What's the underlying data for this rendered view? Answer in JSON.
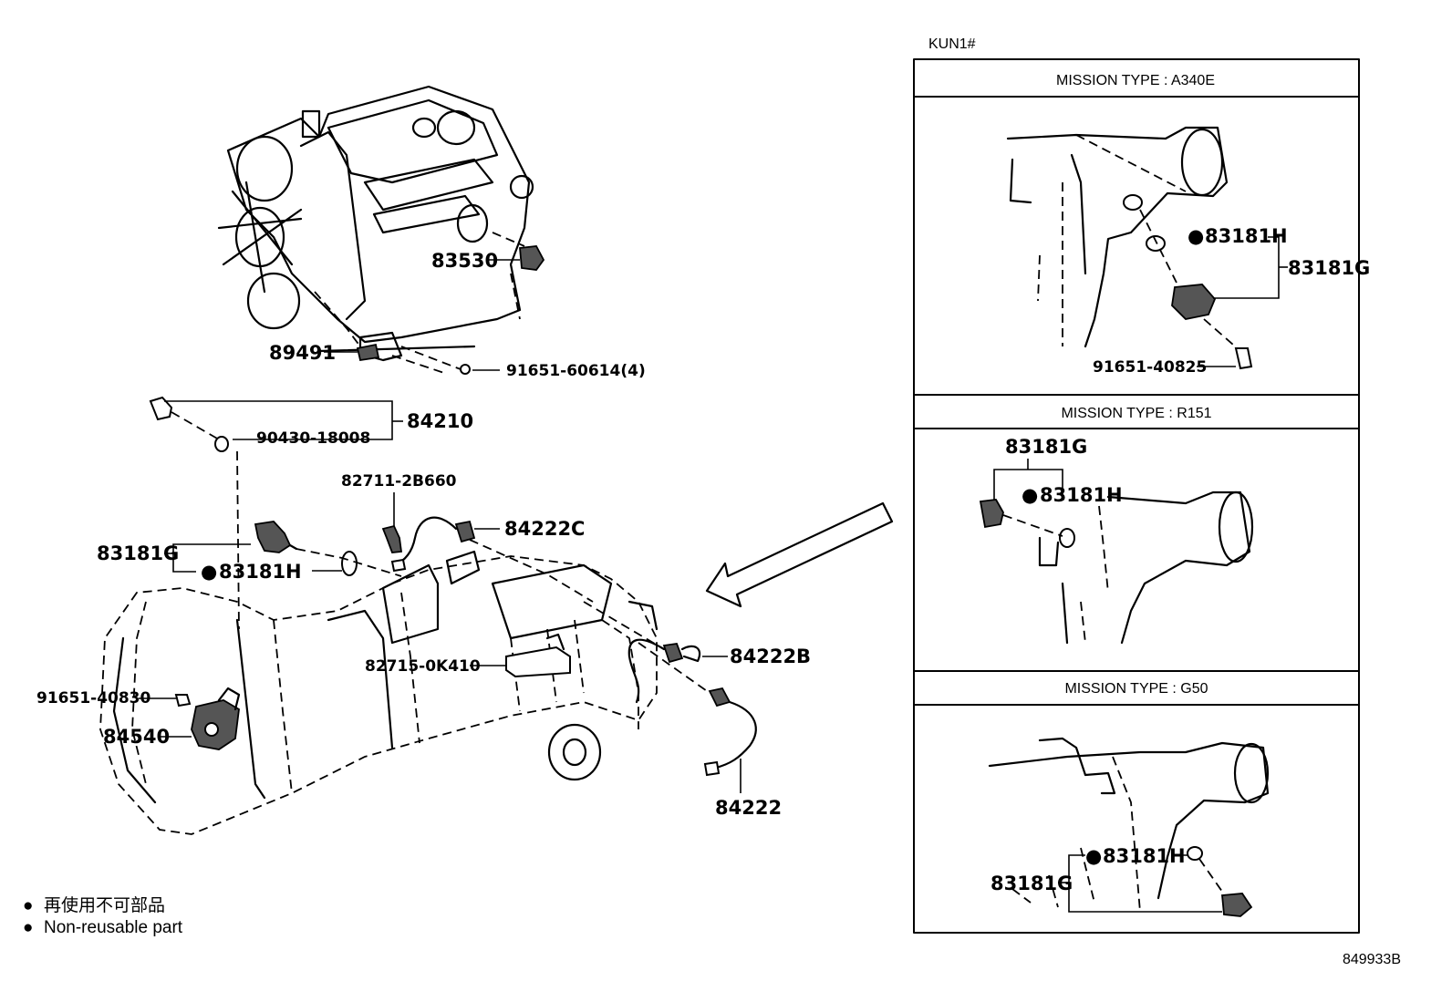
{
  "header": {
    "model": "KUN1#"
  },
  "panels": [
    {
      "id": "a340e",
      "title": "MISSION TYPE : A340E",
      "labels": [
        "83181H",
        "83181G",
        "91651-40825"
      ]
    },
    {
      "id": "r151",
      "title": "MISSION TYPE : R151",
      "labels": [
        "83181G",
        "83181H"
      ]
    },
    {
      "id": "g50",
      "title": "MISSION TYPE : G50",
      "labels": [
        "83181H",
        "83181G"
      ]
    }
  ],
  "main_parts": {
    "p83530": "83530",
    "p89491": "89491",
    "p91651_60614": "91651-60614(4)",
    "p84210": "84210",
    "p90430": "90430-18008",
    "p82711": "82711-2B660",
    "p84222C": "84222C",
    "p83181G": "83181G",
    "p83181H": "83181H",
    "p84222B": "84222B",
    "p82715": "82715-0K410",
    "p91651_40830": "91651-40830",
    "p84540": "84540",
    "p84222": "84222"
  },
  "legend": {
    "symbol": "●",
    "japanese": "再使用不可部品",
    "english": "Non-reusable part"
  },
  "footer": {
    "drawing_number": "849933B"
  }
}
